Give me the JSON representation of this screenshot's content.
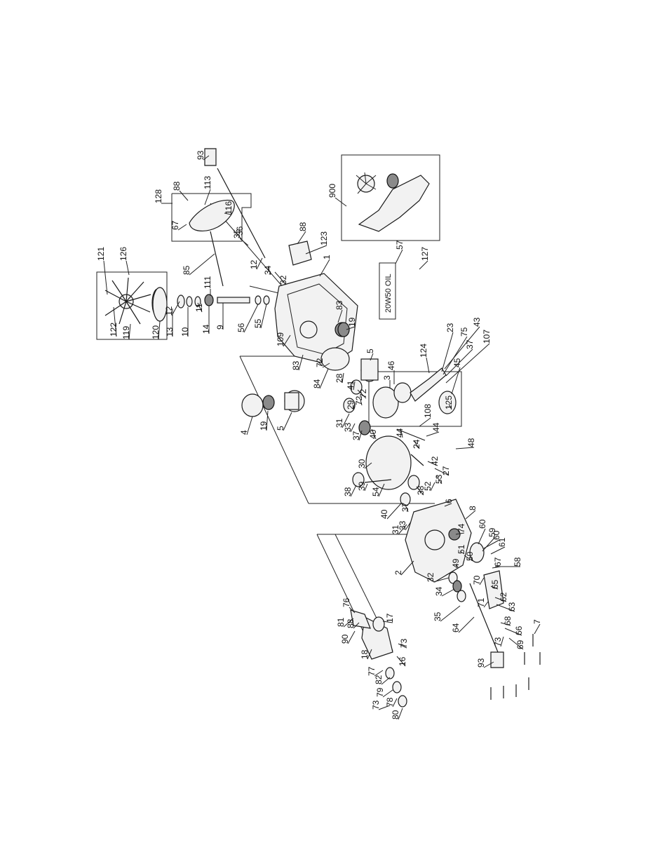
{
  "diagram": {
    "oil_label": "20W50 OIL",
    "callouts": {
      "p1": "1",
      "p2": "2",
      "p3": "3",
      "p4": "4",
      "p5a": "5",
      "p5b": "5",
      "p5c": "5",
      "p6": "6",
      "p7": "7",
      "p8": "8",
      "p9": "9",
      "p10": "10",
      "p11": "11",
      "p12a": "12",
      "p12b": "12",
      "p13a": "13",
      "p13b": "13",
      "p14": "14",
      "p16": "16",
      "p17": "17",
      "p18": "18",
      "p19a": "19",
      "p19b": "19",
      "p23": "23",
      "p24": "24",
      "p27": "27",
      "p28": "28",
      "p29": "29",
      "p30": "30",
      "p31a": "31",
      "p31b": "31",
      "p32a": "32",
      "p32b": "32",
      "p33a": "33",
      "p33b": "33",
      "p34a": "34",
      "p34b": "34",
      "p35a": "35",
      "p35b": "35",
      "p36": "36",
      "p37a": "37",
      "p37b": "37",
      "p37c": "37",
      "p38a": "38",
      "p38b": "38",
      "p39": "39",
      "p40a": "40",
      "p40b": "40",
      "p41": "41",
      "p42": "42",
      "p43": "43",
      "p44a": "44",
      "p44b": "44",
      "p45": "45",
      "p46": "46",
      "p48": "48",
      "p49": "49",
      "p50": "50",
      "p51": "51",
      "p52": "52",
      "p53": "53",
      "p54": "54",
      "p55": "55",
      "p56": "56",
      "p57": "57",
      "p58": "58",
      "p59": "59",
      "p60a": "60",
      "p60b": "60",
      "p61": "61",
      "p62": "62",
      "p63": "63",
      "p64": "64",
      "p65": "65",
      "p66": "66",
      "p67a": "67",
      "p67b": "67",
      "p68": "68",
      "p69": "69",
      "p70": "70",
      "p71": "71",
      "p72a": "72",
      "p72b": "72",
      "p72c": "72",
      "p73a": "73",
      "p73b": "73",
      "p73c": "73",
      "p74": "74",
      "p75": "75",
      "p76": "76",
      "p77": "77",
      "p78": "78",
      "p79": "79",
      "p80": "80",
      "p81": "81",
      "p82": "82",
      "p83a": "83",
      "p83b": "83",
      "p84": "84",
      "p85": "85",
      "p88a": "88",
      "p88b": "88",
      "p88c": "88",
      "p90": "90",
      "p93a": "93",
      "p93b": "93",
      "p107": "107",
      "p108": "108",
      "p109": "109",
      "p111": "111",
      "p113": "113",
      "p116": "116",
      "p119": "119",
      "p120": "120",
      "p121": "121",
      "p122": "122",
      "p123": "123",
      "p124": "124",
      "p125": "125",
      "p126": "126",
      "p127": "127",
      "p128": "128",
      "p900": "900"
    }
  }
}
